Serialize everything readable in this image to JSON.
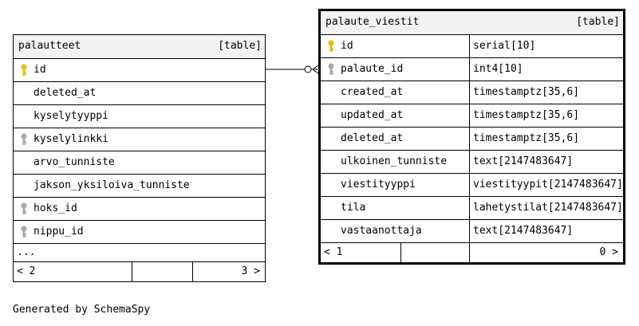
{
  "left_table": {
    "name": "palautteet",
    "kind": "[table]",
    "columns": [
      {
        "name": "id",
        "key": "primary-key-icon"
      },
      {
        "name": "deleted_at",
        "key": ""
      },
      {
        "name": "kyselytyyppi",
        "key": ""
      },
      {
        "name": "kyselylinkki",
        "key": "foreign-key-icon"
      },
      {
        "name": "arvo_tunniste",
        "key": ""
      },
      {
        "name": "jakson_yksiloiva_tunniste",
        "key": ""
      },
      {
        "name": "hoks_id",
        "key": "foreign-key-icon"
      },
      {
        "name": "nippu_id",
        "key": "foreign-key-icon"
      }
    ],
    "more": "...",
    "pager_left": "< 2",
    "pager_right": "3 >"
  },
  "right_table": {
    "name": "palaute_viestit",
    "kind": "[table]",
    "columns": [
      {
        "name": "id",
        "type": "serial[10]",
        "key": "primary-key-icon"
      },
      {
        "name": "palaute_id",
        "type": "int4[10]",
        "key": "foreign-key-icon"
      },
      {
        "name": "created_at",
        "type": "timestamptz[35,6]",
        "key": ""
      },
      {
        "name": "updated_at",
        "type": "timestamptz[35,6]",
        "key": ""
      },
      {
        "name": "deleted_at",
        "type": "timestamptz[35,6]",
        "key": ""
      },
      {
        "name": "ulkoinen_tunniste",
        "type": "text[2147483647]",
        "key": ""
      },
      {
        "name": "viestityyppi",
        "type": "viestityypit[2147483647]",
        "key": ""
      },
      {
        "name": "tila",
        "type": "lahetystilat[2147483647]",
        "key": ""
      },
      {
        "name": "vastaanottaja",
        "type": "text[2147483647]",
        "key": ""
      }
    ],
    "pager_left": "< 1",
    "pager_right": "0 >"
  },
  "footer": "Generated by SchemaSpy",
  "colors": {
    "primary_key": "#e8c000",
    "foreign_key": "#a8a8a8",
    "header_bg": "#f2f2f2"
  }
}
